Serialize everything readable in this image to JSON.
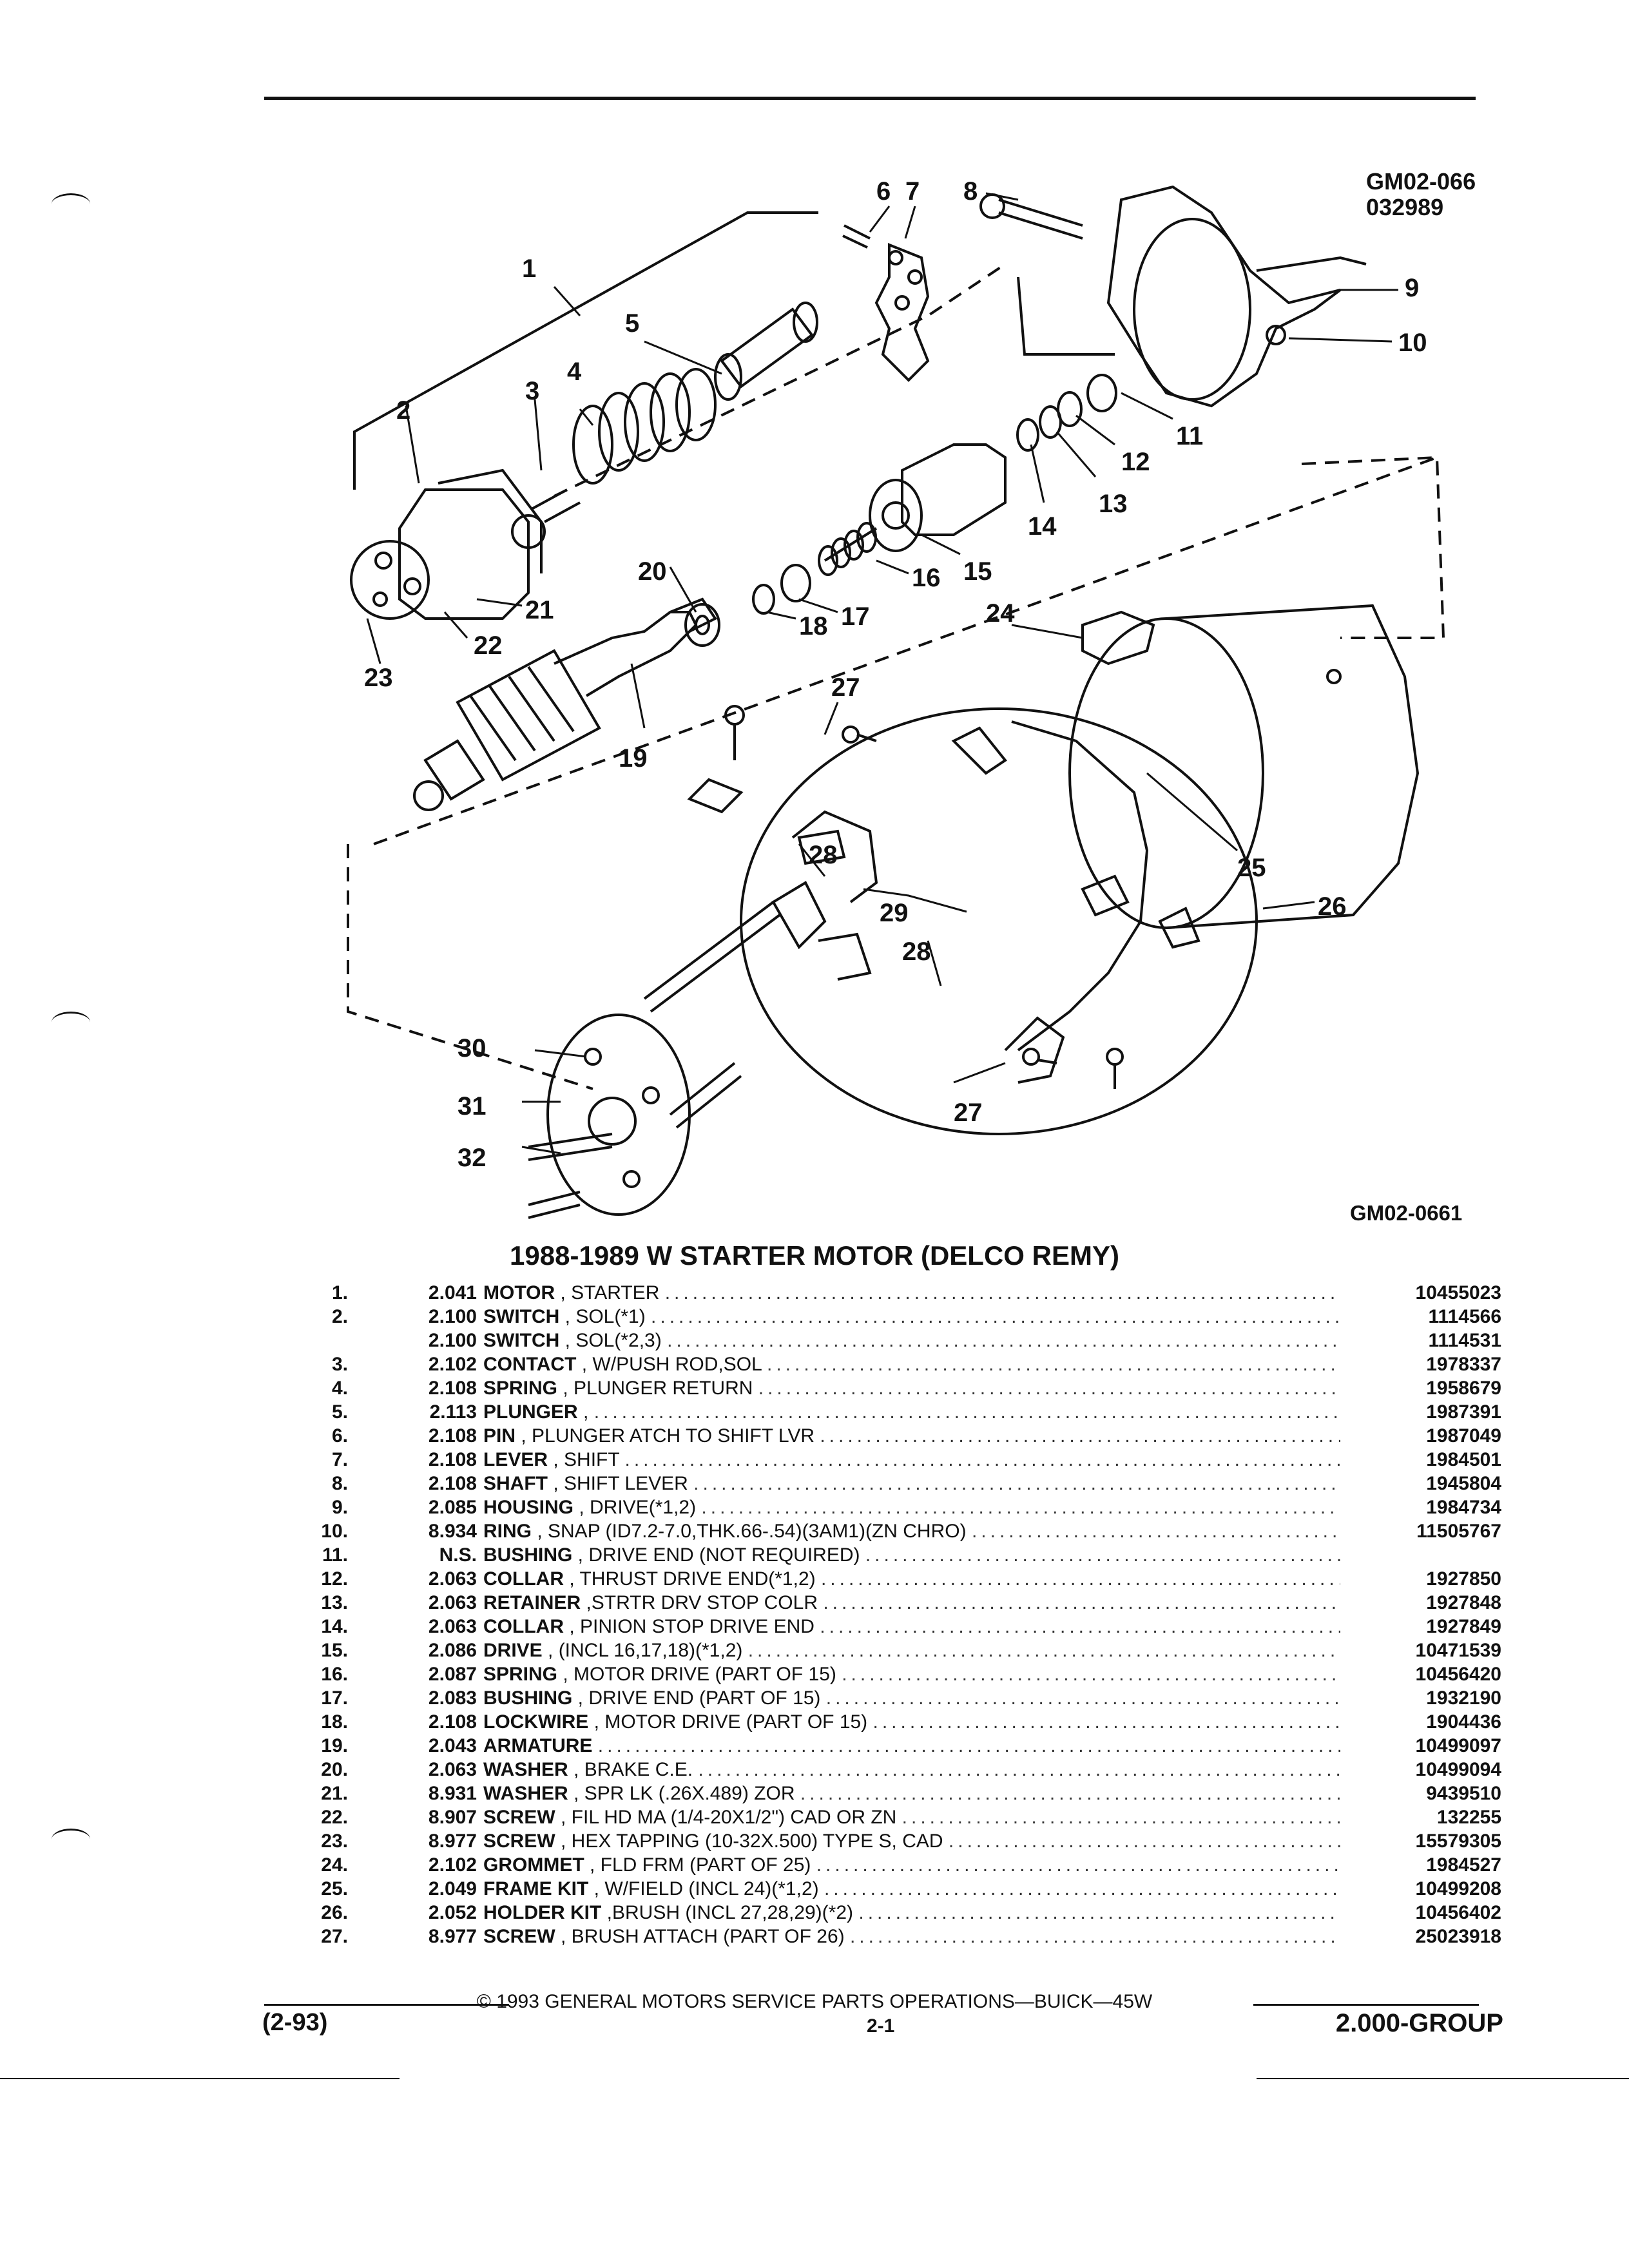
{
  "diagram": {
    "code_top": "GM02-066",
    "code_top_2": "032989",
    "code_bottom": "GM02-0661",
    "callouts": [
      "1",
      "2",
      "3",
      "4",
      "5",
      "6",
      "7",
      "8",
      "9",
      "10",
      "11",
      "12",
      "13",
      "14",
      "15",
      "16",
      "17",
      "18",
      "19",
      "20",
      "21",
      "22",
      "23",
      "24",
      "25",
      "26",
      "27",
      "28",
      "29",
      "30",
      "31",
      "32"
    ]
  },
  "title": "1988-1989 W STARTER MOTOR (DELCO REMY)",
  "parts": [
    {
      "num": "1.",
      "group": "2.041",
      "name": "MOTOR",
      "detail": ", STARTER",
      "part": "10455023"
    },
    {
      "num": "2.",
      "group": "2.100",
      "name": "SWITCH",
      "detail": ", SOL(*1)",
      "part": "1114566"
    },
    {
      "num": "",
      "group": "2.100",
      "name": "SWITCH",
      "detail": ", SOL(*2,3)",
      "part": "1114531"
    },
    {
      "num": "3.",
      "group": "2.102",
      "name": "CONTACT",
      "detail": ", W/PUSH ROD,SOL",
      "part": "1978337"
    },
    {
      "num": "4.",
      "group": "2.108",
      "name": "SPRING",
      "detail": ", PLUNGER RETURN",
      "part": "1958679"
    },
    {
      "num": "5.",
      "group": "2.113",
      "name": "PLUNGER",
      "detail": ",",
      "part": "1987391"
    },
    {
      "num": "6.",
      "group": "2.108",
      "name": "PIN",
      "detail": ", PLUNGER ATCH TO SHIFT LVR",
      "part": "1987049"
    },
    {
      "num": "7.",
      "group": "2.108",
      "name": "LEVER",
      "detail": ", SHIFT",
      "part": "1984501"
    },
    {
      "num": "8.",
      "group": "2.108",
      "name": "SHAFT",
      "detail": ", SHIFT LEVER",
      "part": "1945804"
    },
    {
      "num": "9.",
      "group": "2.085",
      "name": "HOUSING",
      "detail": ", DRIVE(*1,2)",
      "part": "1984734"
    },
    {
      "num": "10.",
      "group": "8.934",
      "name": "RING",
      "detail": ", SNAP (ID7.2-7.0,THK.66-.54)(3AM1)(ZN CHRO)",
      "part": "11505767"
    },
    {
      "num": "11.",
      "group": "N.S.",
      "name": "BUSHING",
      "detail": ", DRIVE END (NOT REQUIRED)",
      "part": ""
    },
    {
      "num": "12.",
      "group": "2.063",
      "name": "COLLAR",
      "detail": ", THRUST DRIVE END(*1,2)",
      "part": "1927850"
    },
    {
      "num": "13.",
      "group": "2.063",
      "name": "RETAINER",
      "detail": ",STRTR DRV STOP COLR",
      "part": "1927848"
    },
    {
      "num": "14.",
      "group": "2.063",
      "name": "COLLAR",
      "detail": ", PINION STOP DRIVE END",
      "part": "1927849"
    },
    {
      "num": "15.",
      "group": "2.086",
      "name": "DRIVE",
      "detail": ", (INCL 16,17,18)(*1,2)",
      "part": "10471539"
    },
    {
      "num": "16.",
      "group": "2.087",
      "name": "SPRING",
      "detail": ", MOTOR DRIVE (PART OF 15)",
      "part": "10456420"
    },
    {
      "num": "17.",
      "group": "2.083",
      "name": "BUSHING",
      "detail": ", DRIVE END (PART OF 15)",
      "part": "1932190"
    },
    {
      "num": "18.",
      "group": "2.108",
      "name": "LOCKWIRE",
      "detail": ", MOTOR DRIVE (PART OF 15)",
      "part": "1904436"
    },
    {
      "num": "19.",
      "group": "2.043",
      "name": "ARMATURE",
      "detail": "",
      "part": "10499097"
    },
    {
      "num": "20.",
      "group": "2.063",
      "name": "WASHER",
      "detail": ", BRAKE C.E.",
      "part": "10499094"
    },
    {
      "num": "21.",
      "group": "8.931",
      "name": "WASHER",
      "detail": ", SPR LK (.26X.489) ZOR",
      "part": "9439510"
    },
    {
      "num": "22.",
      "group": "8.907",
      "name": "SCREW",
      "detail": ", FIL HD MA (1/4-20X1/2\") CAD OR ZN",
      "part": "132255"
    },
    {
      "num": "23.",
      "group": "8.977",
      "name": "SCREW",
      "detail": ", HEX TAPPING (10-32X.500) TYPE S, CAD",
      "part": "15579305"
    },
    {
      "num": "24.",
      "group": "2.102",
      "name": "GROMMET",
      "detail": ", FLD FRM (PART OF 25)",
      "part": "1984527"
    },
    {
      "num": "25.",
      "group": "2.049",
      "name": "FRAME KIT",
      "detail": ", W/FIELD (INCL 24)(*1,2)",
      "part": "10499208"
    },
    {
      "num": "26.",
      "group": "2.052",
      "name": "HOLDER KIT",
      "detail": ",BRUSH (INCL 27,28,29)(*2)",
      "part": "10456402"
    },
    {
      "num": "27.",
      "group": "8.977",
      "name": "SCREW",
      "detail": ", BRUSH ATTACH (PART OF 26)",
      "part": "25023918"
    }
  ],
  "footer": {
    "copyright": "© 1993 GENERAL MOTORS SERVICE PARTS OPERATIONS—BUICK—45W",
    "date": "(2-93)",
    "page": "2-1",
    "group": "2.000-GROUP"
  }
}
